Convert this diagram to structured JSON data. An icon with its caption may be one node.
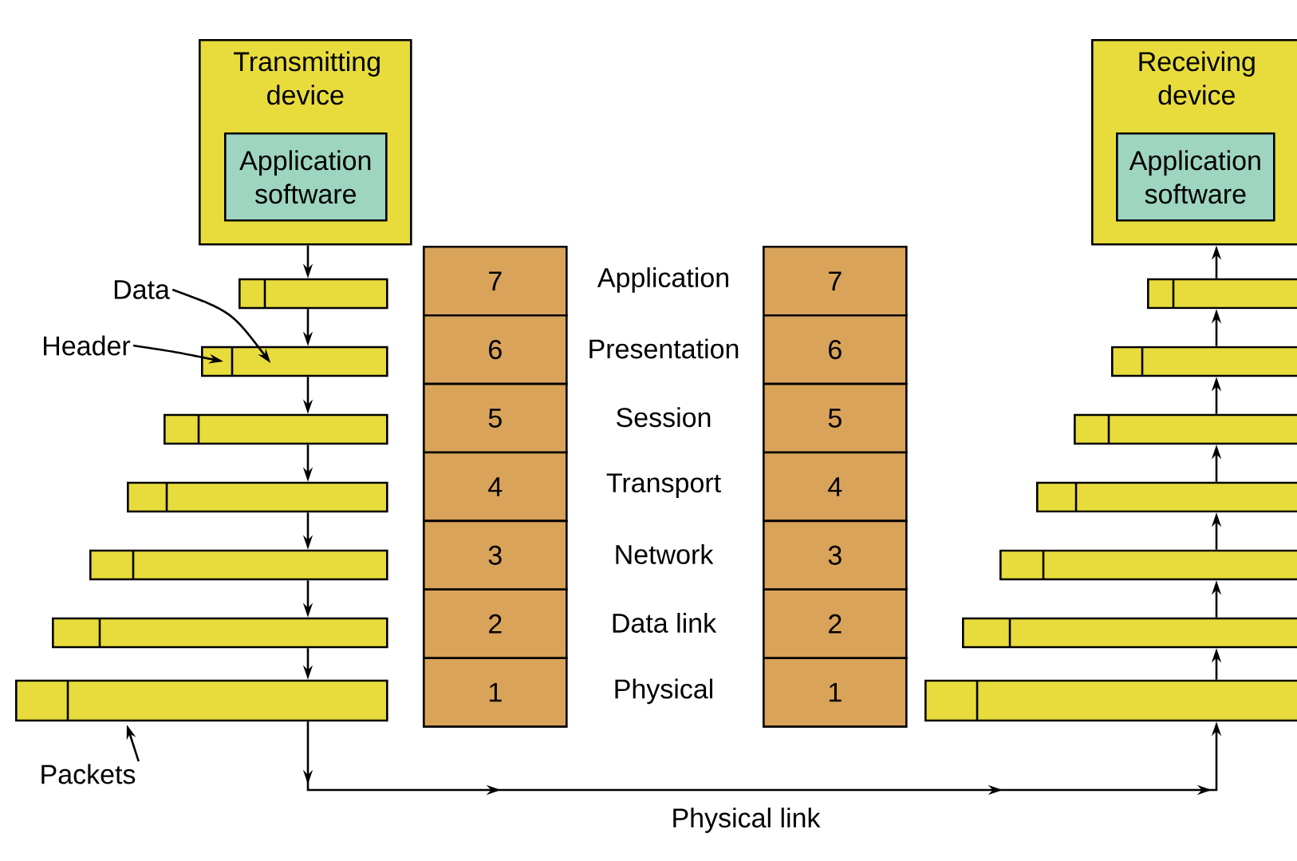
{
  "diagram": {
    "nodes": [
      {
        "text": [
          "Transmitting device"
        ]
      },
      {
        "text": [
          "Application software"
        ],
        "in": 0
      },
      {
        "text": [
          "Receiving device"
        ]
      },
      {
        "text": [
          "Application software"
        ],
        "in": 2
      },
      {
        "text": [],
        "shape": "bar"
      },
      {
        "text": [],
        "shape": "bar"
      },
      {
        "text": [],
        "shape": "bar"
      },
      {
        "text": [],
        "shape": "bar"
      },
      {
        "text": [],
        "shape": "bar"
      },
      {
        "text": [],
        "shape": "bar"
      },
      {
        "text": [],
        "shape": "bar"
      },
      {
        "text": [],
        "shape": "bar"
      },
      {
        "text": [],
        "shape": "bar"
      },
      {
        "text": [],
        "shape": "bar"
      },
      {
        "text": [],
        "shape": "bar"
      },
      {
        "text": [],
        "shape": "bar"
      },
      {
        "text": [],
        "shape": "bar"
      },
      {
        "text": [],
        "shape": "bar"
      },
      {
        "text": [
          "7"
        ]
      },
      {
        "text": [
          "6"
        ]
      },
      {
        "text": [
          "5"
        ]
      },
      {
        "text": [
          "4"
        ]
      },
      {
        "text": [
          "3"
        ]
      },
      {
        "text": [
          "2"
        ]
      },
      {
        "text": [
          "1"
        ]
      },
      {
        "text": [
          "7"
        ]
      },
      {
        "text": [
          "6"
        ]
      },
      {
        "text": [
          "5"
        ]
      },
      {
        "text": [
          "4"
        ]
      },
      {
        "text": [
          "3"
        ]
      },
      {
        "text": [
          "2"
        ]
      },
      {
        "text": [
          "1"
        ]
      },
      {
        "text": [
          "Data"
        ]
      },
      {
        "text": [
          "Header"
        ]
      },
      {
        "text": [
          "Packets"
        ]
      }
    ],
    "edges": [
      {
        "from": 0,
        "to": 4,
        "arrow": "to"
      },
      {
        "from": 4,
        "to": 5,
        "arrow": "to"
      },
      {
        "from": 5,
        "to": 6,
        "arrow": "to"
      },
      {
        "from": 6,
        "to": 7,
        "arrow": "to"
      },
      {
        "from": 7,
        "to": 8,
        "arrow": "to"
      },
      {
        "from": 8,
        "to": 9,
        "arrow": "to"
      },
      {
        "from": 9,
        "to": 10,
        "arrow": "to"
      },
      {
        "from": 10,
        "to": 17,
        "arrow": "to",
        "label": "Physical link"
      },
      {
        "from": 17,
        "to": 16,
        "arrow": "to"
      },
      {
        "from": 16,
        "to": 15,
        "arrow": "to"
      },
      {
        "from": 15,
        "to": 14,
        "arrow": "to"
      },
      {
        "from": 14,
        "to": 13,
        "arrow": "to"
      },
      {
        "from": 13,
        "to": 12,
        "arrow": "to"
      },
      {
        "from": 12,
        "to": 11,
        "arrow": "to"
      },
      {
        "from": 11,
        "to": 2,
        "arrow": "to"
      },
      {
        "from": 32,
        "to": 5,
        "arrow": "to"
      },
      {
        "from": 33,
        "to": 5,
        "arrow": "to"
      },
      {
        "from": 34,
        "to": 10,
        "arrow": "to"
      }
    ],
    "labels": [
      "Application",
      "Presentation",
      "Session",
      "Transport",
      "Network",
      "Data link",
      "Physical"
    ]
  }
}
